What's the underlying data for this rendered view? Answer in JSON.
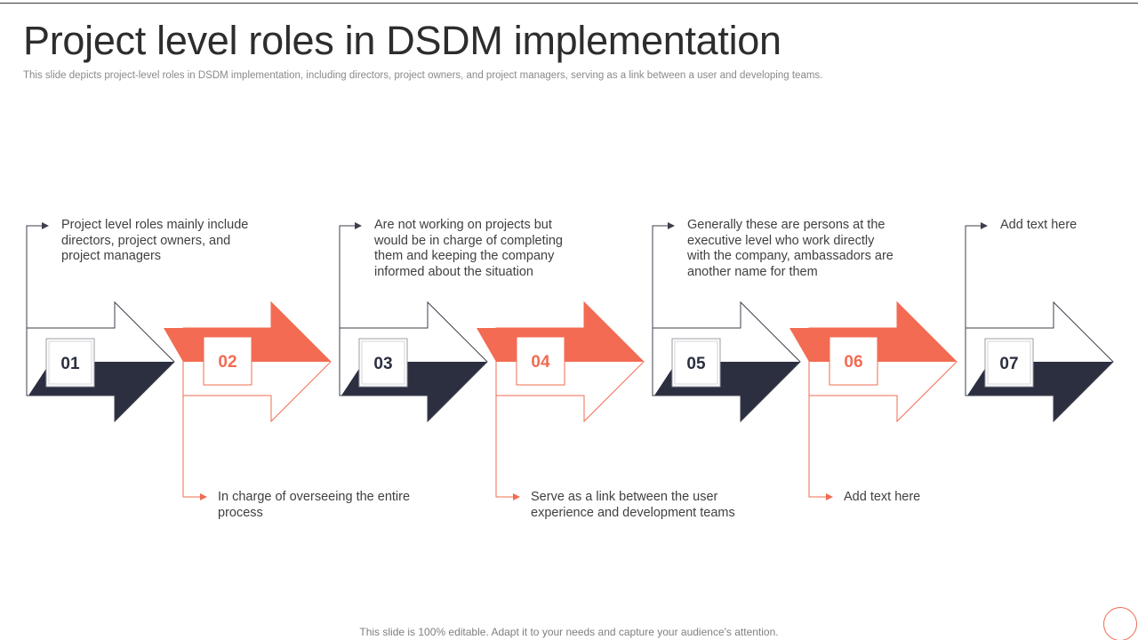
{
  "header": {
    "title": "Project level roles in DSDM implementation",
    "subtitle": "This slide depicts project-level roles in DSDM implementation, including directors, project owners, and project managers, serving as a link between a user and developing teams."
  },
  "colors": {
    "navy": "#2b2f40",
    "coral": "#f26b52",
    "outline": "#3d3f4c",
    "text": "#404040"
  },
  "steps": [
    {
      "number": "01",
      "color": "navy",
      "text_position": "top",
      "text": "Project level roles mainly include directors, project owners, and project managers"
    },
    {
      "number": "02",
      "color": "coral",
      "text_position": "bottom",
      "text": "In charge of overseeing the entire process"
    },
    {
      "number": "03",
      "color": "navy",
      "text_position": "top",
      "text": "Are not working on projects but would be in charge of completing them and keeping the company informed about the situation"
    },
    {
      "number": "04",
      "color": "coral",
      "text_position": "bottom",
      "text": "Serve as a link between the user experience and development teams"
    },
    {
      "number": "05",
      "color": "navy",
      "text_position": "top",
      "text": "Generally these are persons at the executive level who work directly with the company, ambassadors are another name for them"
    },
    {
      "number": "06",
      "color": "coral",
      "text_position": "bottom",
      "text": "Add text here"
    },
    {
      "number": "07",
      "color": "navy",
      "text_position": "top",
      "text": "Add text here"
    }
  ],
  "footer": {
    "text": "This slide is 100% editable. Adapt it to your needs and capture your audience's attention."
  }
}
